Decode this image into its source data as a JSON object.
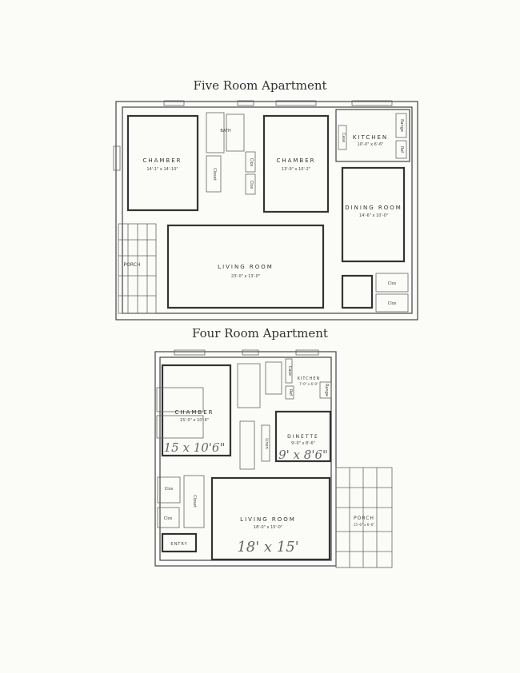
{
  "five_room": {
    "title": "Five Room Apartment",
    "rooms": {
      "chamber1": {
        "label": "CHAMBER",
        "dims": "14'-1\" x 14'-10\""
      },
      "bath": {
        "label": "BATH"
      },
      "closet": {
        "label": "Closet"
      },
      "clos1": {
        "label": "Clos"
      },
      "clos2": {
        "label": "Clos"
      },
      "chamber2": {
        "label": "CHAMBER",
        "dims": "13'-9\" x 10'-2\""
      },
      "kitchen": {
        "label": "KITCHEN",
        "dims": "10'-0\" x 6'-6\""
      },
      "case": {
        "label": "Case"
      },
      "range": {
        "label": "Range"
      },
      "ref": {
        "label": "Ref"
      },
      "dining": {
        "label": "DINING ROOM",
        "dims": "14'-6\" x 10'-0\""
      },
      "living": {
        "label": "LIVING ROOM",
        "dims": "23'-0\" x 13'-0\""
      },
      "porch": {
        "label": "PORCH"
      },
      "clos3": {
        "label": "Clos"
      },
      "clos4": {
        "label": "Clos"
      }
    }
  },
  "four_room": {
    "title": "Four Room Apartment",
    "rooms": {
      "chamber": {
        "label": "CHAMBER",
        "dims": "15'-0\" x 10'-6\"",
        "handwritten": "15 x 10'6\""
      },
      "kitchen": {
        "label": "KITCHEN",
        "dims": "7'-0\" x 6'-0\""
      },
      "case": {
        "label": "Case"
      },
      "ref": {
        "label": "Ref"
      },
      "range": {
        "label": "Range"
      },
      "linen": {
        "label": "Linen"
      },
      "dinette": {
        "label": "DINETTE",
        "dims": "9'-0\" x 8'-6\"",
        "handwritten": "9' x 8'6\""
      },
      "living": {
        "label": "LIVING ROOM",
        "dims": "18'-0\" x 15'-0\"",
        "handwritten": "18' x 15'"
      },
      "porch": {
        "label": "PORCH",
        "dims": "15'-6\" x 6'-6\""
      },
      "clos1": {
        "label": "Clos"
      },
      "clos2": {
        "label": "Clos"
      },
      "closet": {
        "label": "Closet"
      },
      "entry": {
        "label": "ENTRY"
      }
    }
  }
}
